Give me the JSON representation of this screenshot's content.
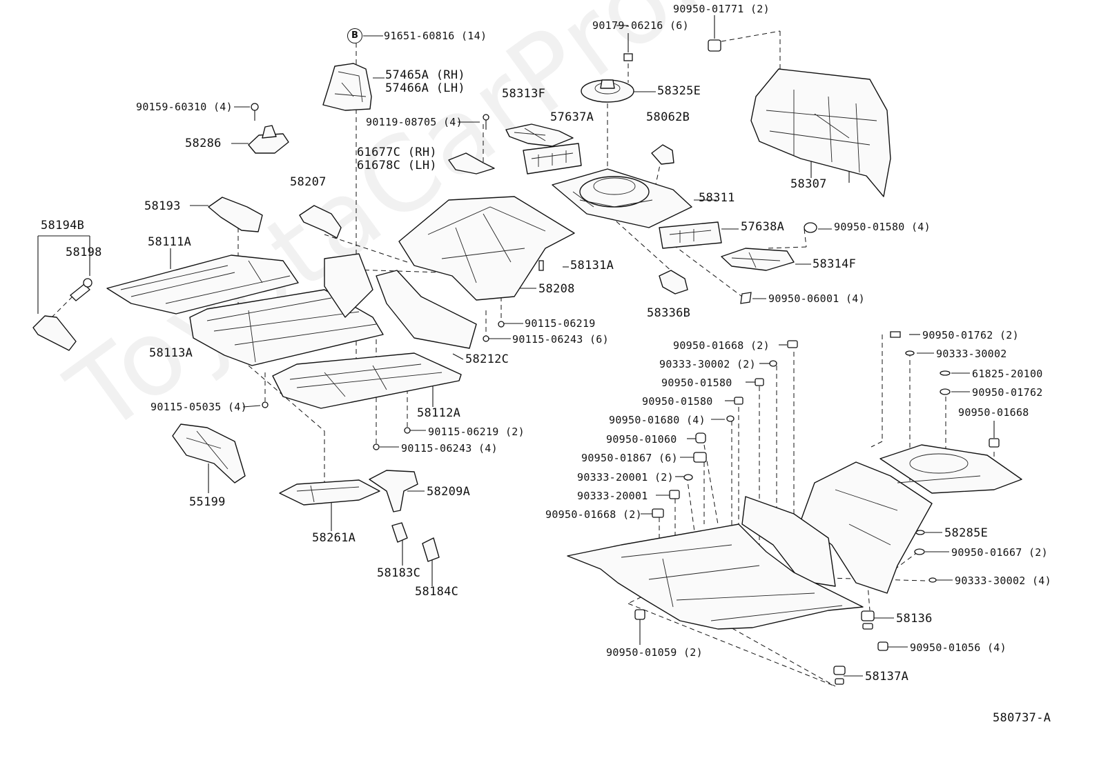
{
  "watermark": "ToyotaCarPro.ru",
  "ref_code": "580737-A",
  "circle_marker": "B",
  "labels": {
    "p91651": "91651-60816 (14)",
    "p57465": "57465A (RH)",
    "p57466": "57466A (LH)",
    "p90159": "90159-60310 (4)",
    "p58286": "58286",
    "p90119": "90119-08705 (4)",
    "p58313F": "58313F",
    "p57637A": "57637A",
    "p61677": "61677C (RH)",
    "p61678": "61678C (LH)",
    "p90179": "90179-06216 (6)",
    "p90950_01771": "90950-01771 (2)",
    "p58325E": "58325E",
    "p58062B": "58062B",
    "p58311": "58311",
    "p58307": "58307",
    "p57638A": "57638A",
    "p90950_01580_4": "90950-01580 (4)",
    "p58314F": "58314F",
    "p90950_06001": "90950-06001 (4)",
    "p58336B": "58336B",
    "p58207": "58207",
    "p58193": "58193",
    "p58194B": "58194B",
    "p58198": "58198",
    "p58111A": "58111A",
    "p58131A": "58131A",
    "p58208": "58208",
    "p90115_06219a": "90115-06219",
    "p90115_06243_6": "90115-06243 (6)",
    "p58212C": "58212C",
    "p58113A": "58113A",
    "p58112A": "58112A",
    "p90115_05035": "90115-05035 (4)",
    "p90115_06219_2": "90115-06219 (2)",
    "p90115_06243_4": "90115-06243 (4)",
    "p55199": "55199",
    "p58209A": "58209A",
    "p58261A": "58261A",
    "p58183C": "58183C",
    "p58184C": "58184C",
    "p90950_01668_2": "90950-01668 (2)",
    "p90333_30002_2": "90333-30002 (2)",
    "p90950_01580a": "90950-01580",
    "p90950_01580b": "90950-01580",
    "p90950_01680": "90950-01680 (4)",
    "p90950_01060": "90950-01060",
    "p90950_01867": "90950-01867 (6)",
    "p90333_20001_2": "90333-20001 (2)",
    "p90333_20001": "90333-20001",
    "p90950_01668_2b": "90950-01668 (2)",
    "p90950_01059": "90950-01059 (2)",
    "p90950_01762_2": "90950-01762 (2)",
    "p90333_30002": "90333-30002",
    "p61825": "61825-20100",
    "p90950_01762": "90950-01762",
    "p90950_01668": "90950-01668",
    "p58285E": "58285E",
    "p90950_01667": "90950-01667 (2)",
    "p90333_30002_4": "90333-30002 (4)",
    "p58136": "58136",
    "p90950_01056": "90950-01056 (4)",
    "p58137A": "58137A"
  }
}
